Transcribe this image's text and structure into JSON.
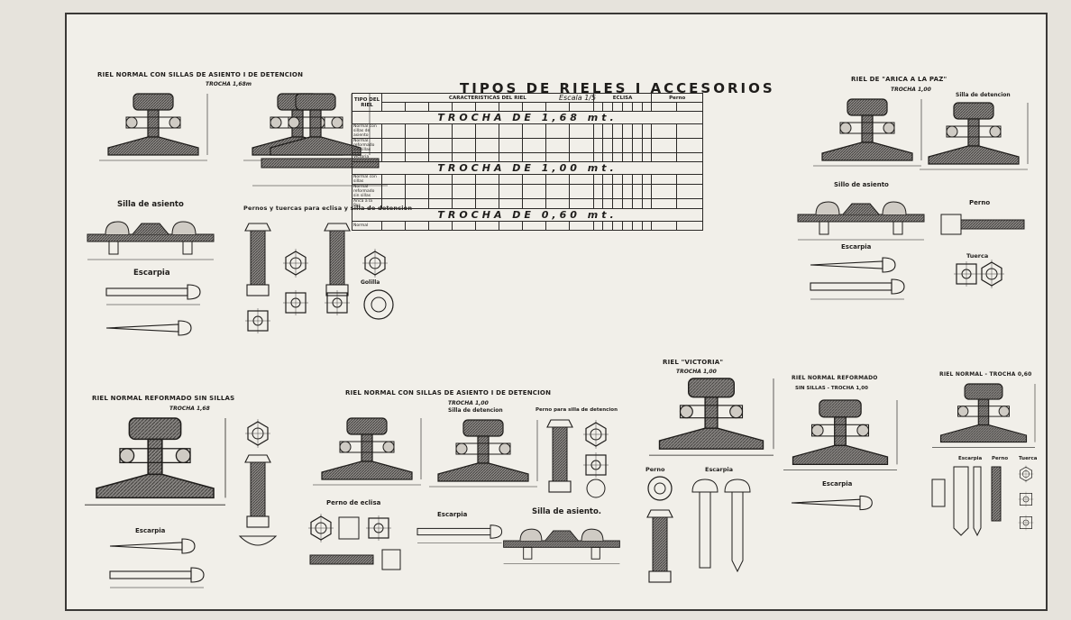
{
  "title": "TIPOS DE RIELES I ACCESORIOS",
  "scale": "Escala 1/5",
  "labels": {
    "riel_normal_sillas": "RIEL NORMAL CON SILLAS DE ASIENTO I DE DETENCION",
    "trocha_168_a": "TROCHA 1,68m",
    "silla_de_asiento": "Silla de asiento",
    "escarpia": "Escarpia",
    "pernos_tuercas": "Pernos y tuercas para eclisa y silla de detencion",
    "golilla": "Golilla",
    "riel_arica": "RIEL DE \"ARICA A LA PAZ\"",
    "trocha_100_a": "TROCHA 1,00",
    "silla_detencion": "Silla de detencion",
    "sillo_asiento": "Sillo de asiento",
    "perno": "Perno",
    "escarpia_b": "Escarpia",
    "tuerca": "Tuerca",
    "riel_reformado_sin": "RIEL NORMAL REFORMADO SIN SILLAS",
    "trocha_168_b": "TROCHA 1,68",
    "escarpia_c": "Escarpia",
    "riel_normal_sillas_b": "RIEL NORMAL CON SILLAS DE ASIENTO I DE DETENCION",
    "trocha_100_b": "TROCHA 1,00",
    "silla_detencion_b": "Silla de detencion",
    "perno_silla": "Perno para silla de detencion",
    "perno_eclisa": "Perno de eclisa",
    "escarpia_d": "Escarpia",
    "silla_asiento_b": "Silla de asiento.",
    "riel_victoria": "RIEL \"VICTORIA\"",
    "trocha_100_c": "TROCHA 1,00",
    "perno_b": "Perno",
    "escarpia_e": "Escarpia",
    "riel_reformado_b": "RIEL NORMAL REFORMADO",
    "sin_sillas_trocha": "SIN SILLAS - TROCHA 1,00",
    "escarpia_f": "Escarpia",
    "riel_normal_060": "RIEL NORMAL - TROCHA 0,60",
    "escarpia_g": "Escarpia",
    "perno_c": "Perno",
    "tuerca_b": "Tuerca"
  },
  "table": {
    "headers": {
      "tipo": "TIPO DEL RIEL",
      "caracteristicas": "CARACTERISTICAS DEL RIEL",
      "eclisa": "ECLISA",
      "perno": "Perno"
    },
    "trocha_1": "TROCHA DE 1,68 mt.",
    "trocha_2": "TROCHA DE 1,00 mt.",
    "trocha_3": "TROCHA DE 0,60 mt.",
    "rows_1": [
      "Normal con sillas de asiento",
      "Normal reformado sin sillas",
      "Victoria"
    ],
    "rows_2": [
      "Normal con sillas",
      "Normal reformado sin sillas",
      "Arica a la Paz"
    ],
    "rows_3": [
      "Normal"
    ]
  },
  "colors": {
    "ink": "#1f1d1b",
    "hatch": "#5a5755",
    "paper": "#f1efe9"
  }
}
